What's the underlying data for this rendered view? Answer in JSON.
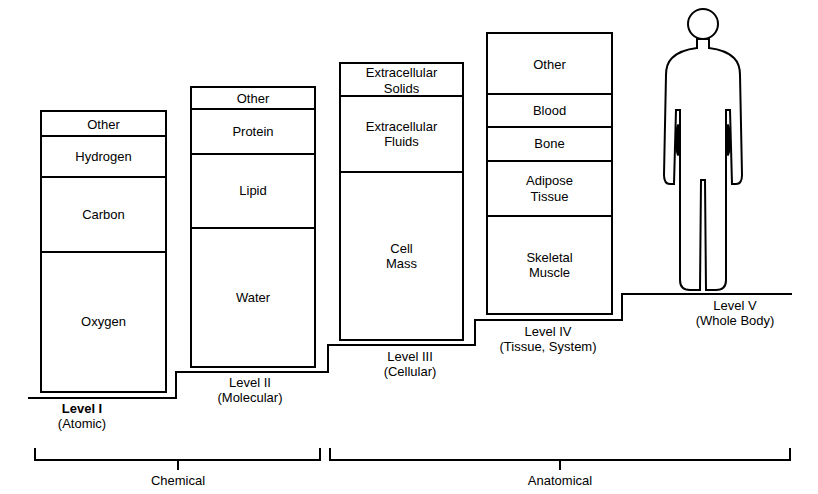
{
  "diagram": {
    "nodes": [
      {
        "text": [
          "Other"
        ]
      },
      {
        "text": [
          "Hydrogen"
        ]
      },
      {
        "text": [
          "Carbon"
        ]
      },
      {
        "text": [
          "Oxygen"
        ]
      },
      {
        "text": [
          "Other"
        ]
      },
      {
        "text": [
          "Protein"
        ]
      },
      {
        "text": [
          "Lipid"
        ]
      },
      {
        "text": [
          "Water"
        ]
      },
      {
        "text": [
          "Extracellular Solids"
        ]
      },
      {
        "text": [
          "Extracellular Fluids"
        ]
      },
      {
        "text": [
          "Cell Mass"
        ]
      },
      {
        "text": [
          "Other"
        ]
      },
      {
        "text": [
          "Blood"
        ]
      },
      {
        "text": [
          "Bone"
        ]
      },
      {
        "text": [
          "Adipose Tissue"
        ]
      },
      {
        "text": [
          "Skeletal Muscle"
        ]
      }
    ],
    "labels": [
      "Level I",
      "(Atomic)",
      "Level II",
      "(Molecular)",
      "Level III",
      "(Cellular)",
      "Level IV",
      "(Tissue, System)",
      "Level V",
      "(Whole Body)",
      "Chemical",
      "Anatomical"
    ]
  }
}
